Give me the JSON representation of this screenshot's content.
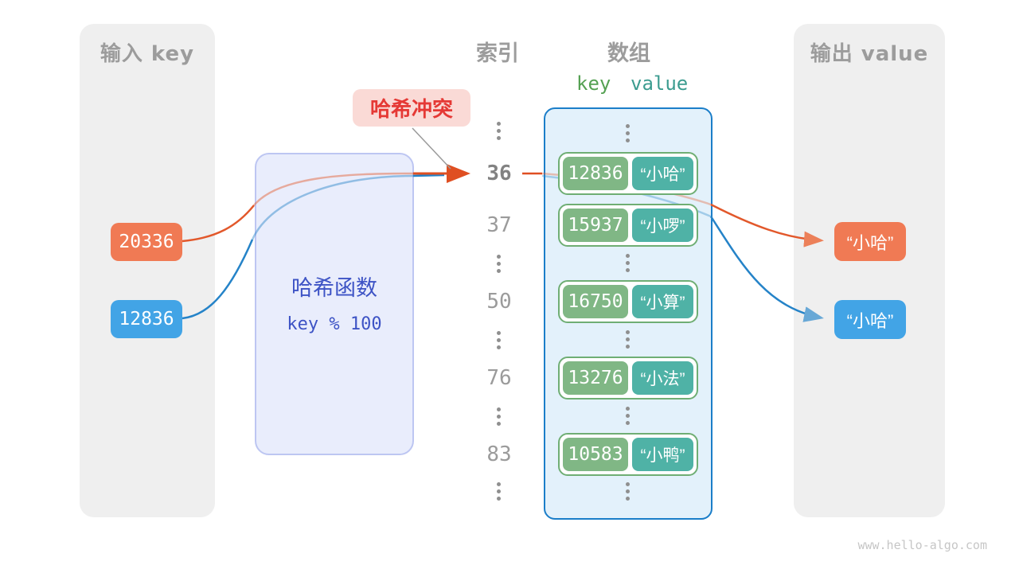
{
  "page": {
    "watermark": "www.hello-algo.com",
    "background": "#ffffff"
  },
  "palette": {
    "orange_box": "#f07a54",
    "blue_box": "#42a4e6",
    "orange_line": "#e2582b",
    "blue_line": "#2583c8",
    "green_key_box": "#80b785",
    "teal_value_box": "#4fb2a6",
    "pair_border": "#6fae74",
    "array_fill": "#e3f1fb",
    "array_border": "#1b7ec9",
    "hash_fill": "#e9edfc",
    "hash_border": "#bdc6f2",
    "hash_text": "#3d53c5",
    "collision_bg": "#fadad6",
    "collision_text": "#e53935",
    "gray_header": "#9c9c9c",
    "column_bg": "#efefef"
  },
  "input_column": {
    "title": "输入 key",
    "keys": [
      {
        "value": "20336",
        "color": "#f07a54"
      },
      {
        "value": "12836",
        "color": "#42a4e6"
      }
    ]
  },
  "hash_box": {
    "title": "哈希函数",
    "formula": "key % 100"
  },
  "collision_label": "哈希冲突",
  "index_column": {
    "title": "索引",
    "items": [
      {
        "label": "36",
        "bold": true
      },
      {
        "label": "37",
        "bold": false
      },
      {
        "label": "50",
        "bold": false
      },
      {
        "label": "76",
        "bold": false
      },
      {
        "label": "83",
        "bold": false
      }
    ]
  },
  "array_column": {
    "title": "数组",
    "key_header": "key",
    "value_header": "value",
    "pairs": [
      {
        "key": "12836",
        "value": "“小哈”"
      },
      {
        "key": "15937",
        "value": "“小啰”"
      },
      {
        "key": "16750",
        "value": "“小算”"
      },
      {
        "key": "13276",
        "value": "“小法”"
      },
      {
        "key": "10583",
        "value": "“小鸭”"
      }
    ]
  },
  "output_column": {
    "title": "输出 value",
    "values": [
      {
        "value": "“小哈”",
        "color": "#f07a54"
      },
      {
        "value": "“小哈”",
        "color": "#42a4e6"
      }
    ]
  }
}
